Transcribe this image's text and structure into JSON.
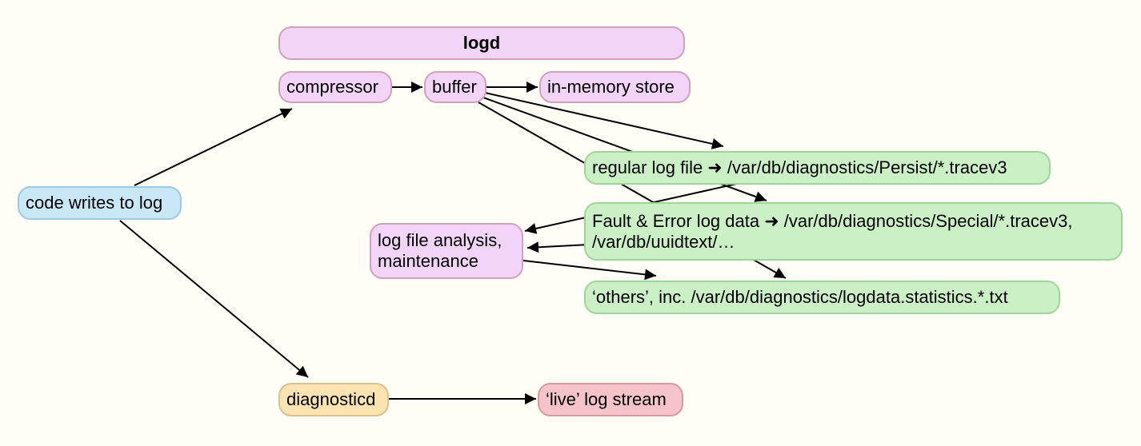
{
  "nodes": {
    "logd": "logd",
    "compressor": "compressor",
    "buffer": "buffer",
    "in_memory_store": "in-memory store",
    "code_writes": "code writes to log",
    "regular_log_file": "regular log file ➜ /var/db/diagnostics/Persist/*.tracev3",
    "fault_error_line1": "Fault & Error log data ➜ /var/db/diagnostics/Special/*.tracev3,",
    "fault_error_line2": "/var/db/uuidtext/…",
    "log_analysis_line1": "log file analysis,",
    "log_analysis_line2": "maintenance",
    "others": "‘others’, inc. /var/db/diagnostics/logdata.statistics.*.txt",
    "diagnosticd": "diagnosticd",
    "live_stream": "‘live’ log stream"
  },
  "colors": {
    "logd_group": "#f2d4f8",
    "process": "#f2d4f8",
    "source": "#c8e8f8",
    "storage": "#ccf0c6",
    "diagnosticd": "#fbe4b2",
    "live_stream": "#f6c4c8",
    "edge": "#000000"
  },
  "edges": [
    {
      "from": "code writes to log",
      "to": "compressor"
    },
    {
      "from": "code writes to log",
      "to": "diagnosticd"
    },
    {
      "from": "compressor",
      "to": "buffer"
    },
    {
      "from": "buffer",
      "to": "in-memory store"
    },
    {
      "from": "buffer",
      "to": "regular log file"
    },
    {
      "from": "buffer",
      "to": "Fault & Error log data"
    },
    {
      "from": "buffer",
      "to": "others"
    },
    {
      "from": "regular log file",
      "to": "log file analysis, maintenance"
    },
    {
      "from": "Fault & Error log data",
      "to": "log file analysis, maintenance"
    },
    {
      "from": "log file analysis, maintenance",
      "to": "others"
    },
    {
      "from": "diagnosticd",
      "to": "live log stream"
    }
  ]
}
